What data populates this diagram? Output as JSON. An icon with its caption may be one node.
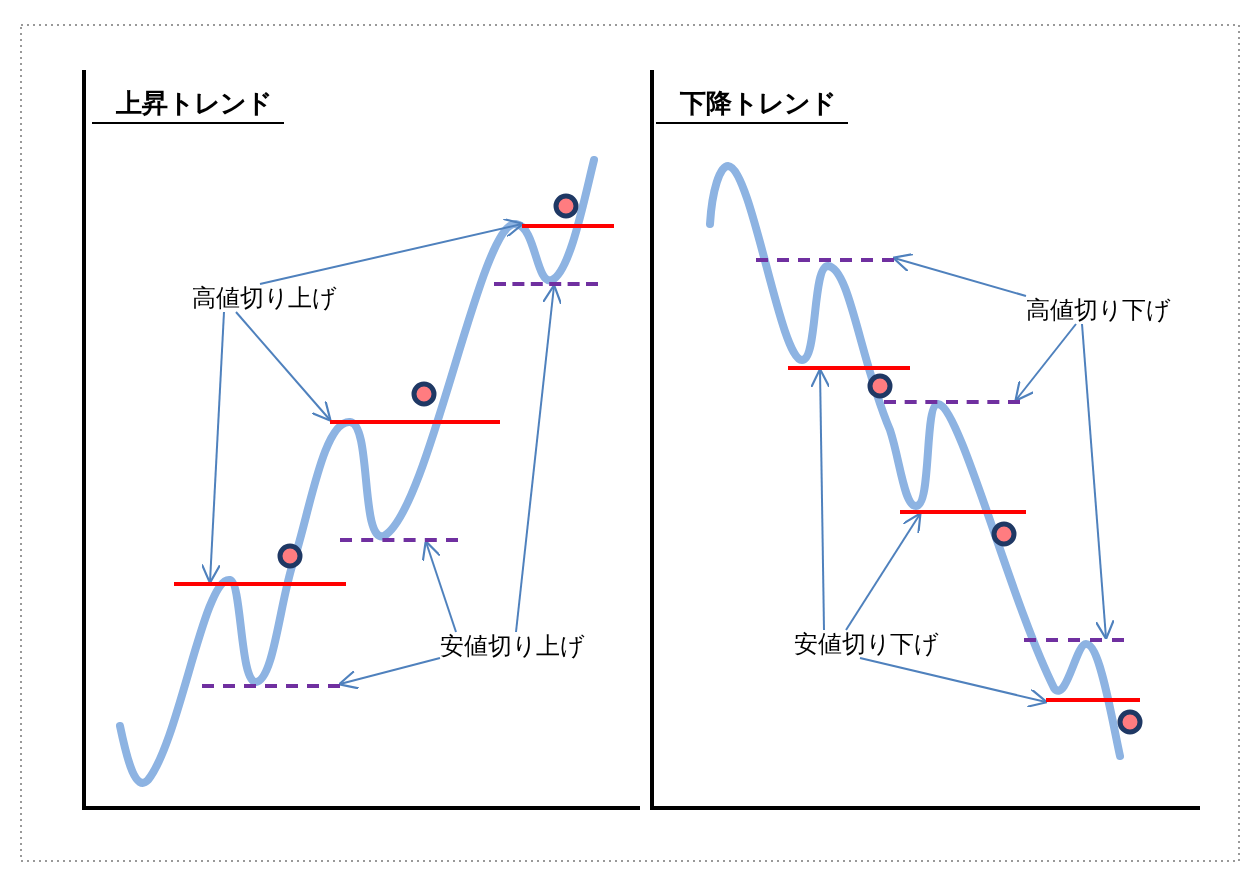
{
  "diagram": {
    "nodes": [
      {
        "text": [
          "高値切り上げ"
        ]
      },
      {
        "text": [],
        "shape": "line"
      },
      {
        "text": [],
        "shape": "line"
      },
      {
        "text": [],
        "shape": "line"
      },
      {
        "text": [
          "安値切り上げ"
        ]
      },
      {
        "text": [],
        "shape": "line"
      },
      {
        "text": [],
        "shape": "line"
      },
      {
        "text": [],
        "shape": "line"
      },
      {
        "text": [
          "高値切り下げ"
        ]
      },
      {
        "text": [],
        "shape": "line"
      },
      {
        "text": [],
        "shape": "line"
      },
      {
        "text": [],
        "shape": "line"
      },
      {
        "text": [
          "安値切り下げ"
        ]
      },
      {
        "text": [],
        "shape": "line"
      },
      {
        "text": [],
        "shape": "line"
      },
      {
        "text": [],
        "shape": "line"
      }
    ],
    "edges": [
      {
        "from": 0,
        "to": 1,
        "arrow": "to"
      },
      {
        "from": 0,
        "to": 2,
        "arrow": "to"
      },
      {
        "from": 0,
        "to": 3,
        "arrow": "to"
      },
      {
        "from": 4,
        "to": 5,
        "arrow": "to"
      },
      {
        "from": 4,
        "to": 6,
        "arrow": "to"
      },
      {
        "from": 4,
        "to": 7,
        "arrow": "to"
      },
      {
        "from": 8,
        "to": 9,
        "arrow": "to"
      },
      {
        "from": 8,
        "to": 10,
        "arrow": "to"
      },
      {
        "from": 8,
        "to": 11,
        "arrow": "to"
      },
      {
        "from": 12,
        "to": 13,
        "arrow": "to"
      },
      {
        "from": 12,
        "to": 14,
        "arrow": "to"
      },
      {
        "from": 12,
        "to": 15,
        "arrow": "to"
      }
    ],
    "labels": [
      "上昇トレンド",
      "下降トレンド"
    ]
  }
}
